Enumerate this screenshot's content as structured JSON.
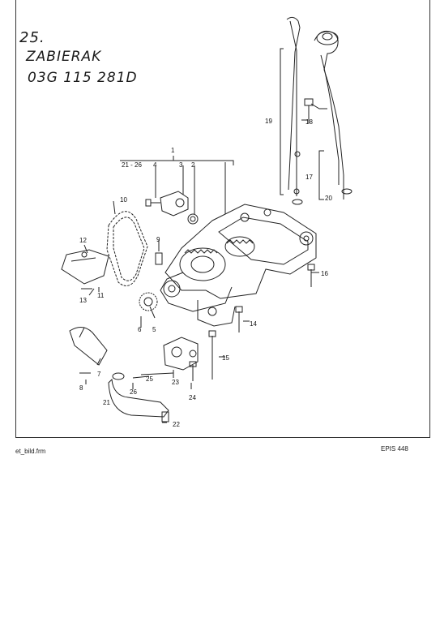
{
  "handwritten": {
    "number": "25.",
    "word": "ZABIERAK",
    "code": "03G 115 281D"
  },
  "footer": {
    "left": "et_bild.frm",
    "right": "EPIS 448"
  },
  "callouts": {
    "c1": "1",
    "c2": "2",
    "c3": "3",
    "c4": "4",
    "c5": "5",
    "c6": "6",
    "c7": "7",
    "c8": "8",
    "c9": "9",
    "c10": "10",
    "c11": "11",
    "c12": "12",
    "c13": "13",
    "c14": "14",
    "c15": "15",
    "c16": "16",
    "c17": "17",
    "c18": "18",
    "c19": "19",
    "c20": "20",
    "c21": "21",
    "c22": "22",
    "c23": "23",
    "c24": "24",
    "c25": "25",
    "c26": "26",
    "c21_26": "21 - 26"
  }
}
